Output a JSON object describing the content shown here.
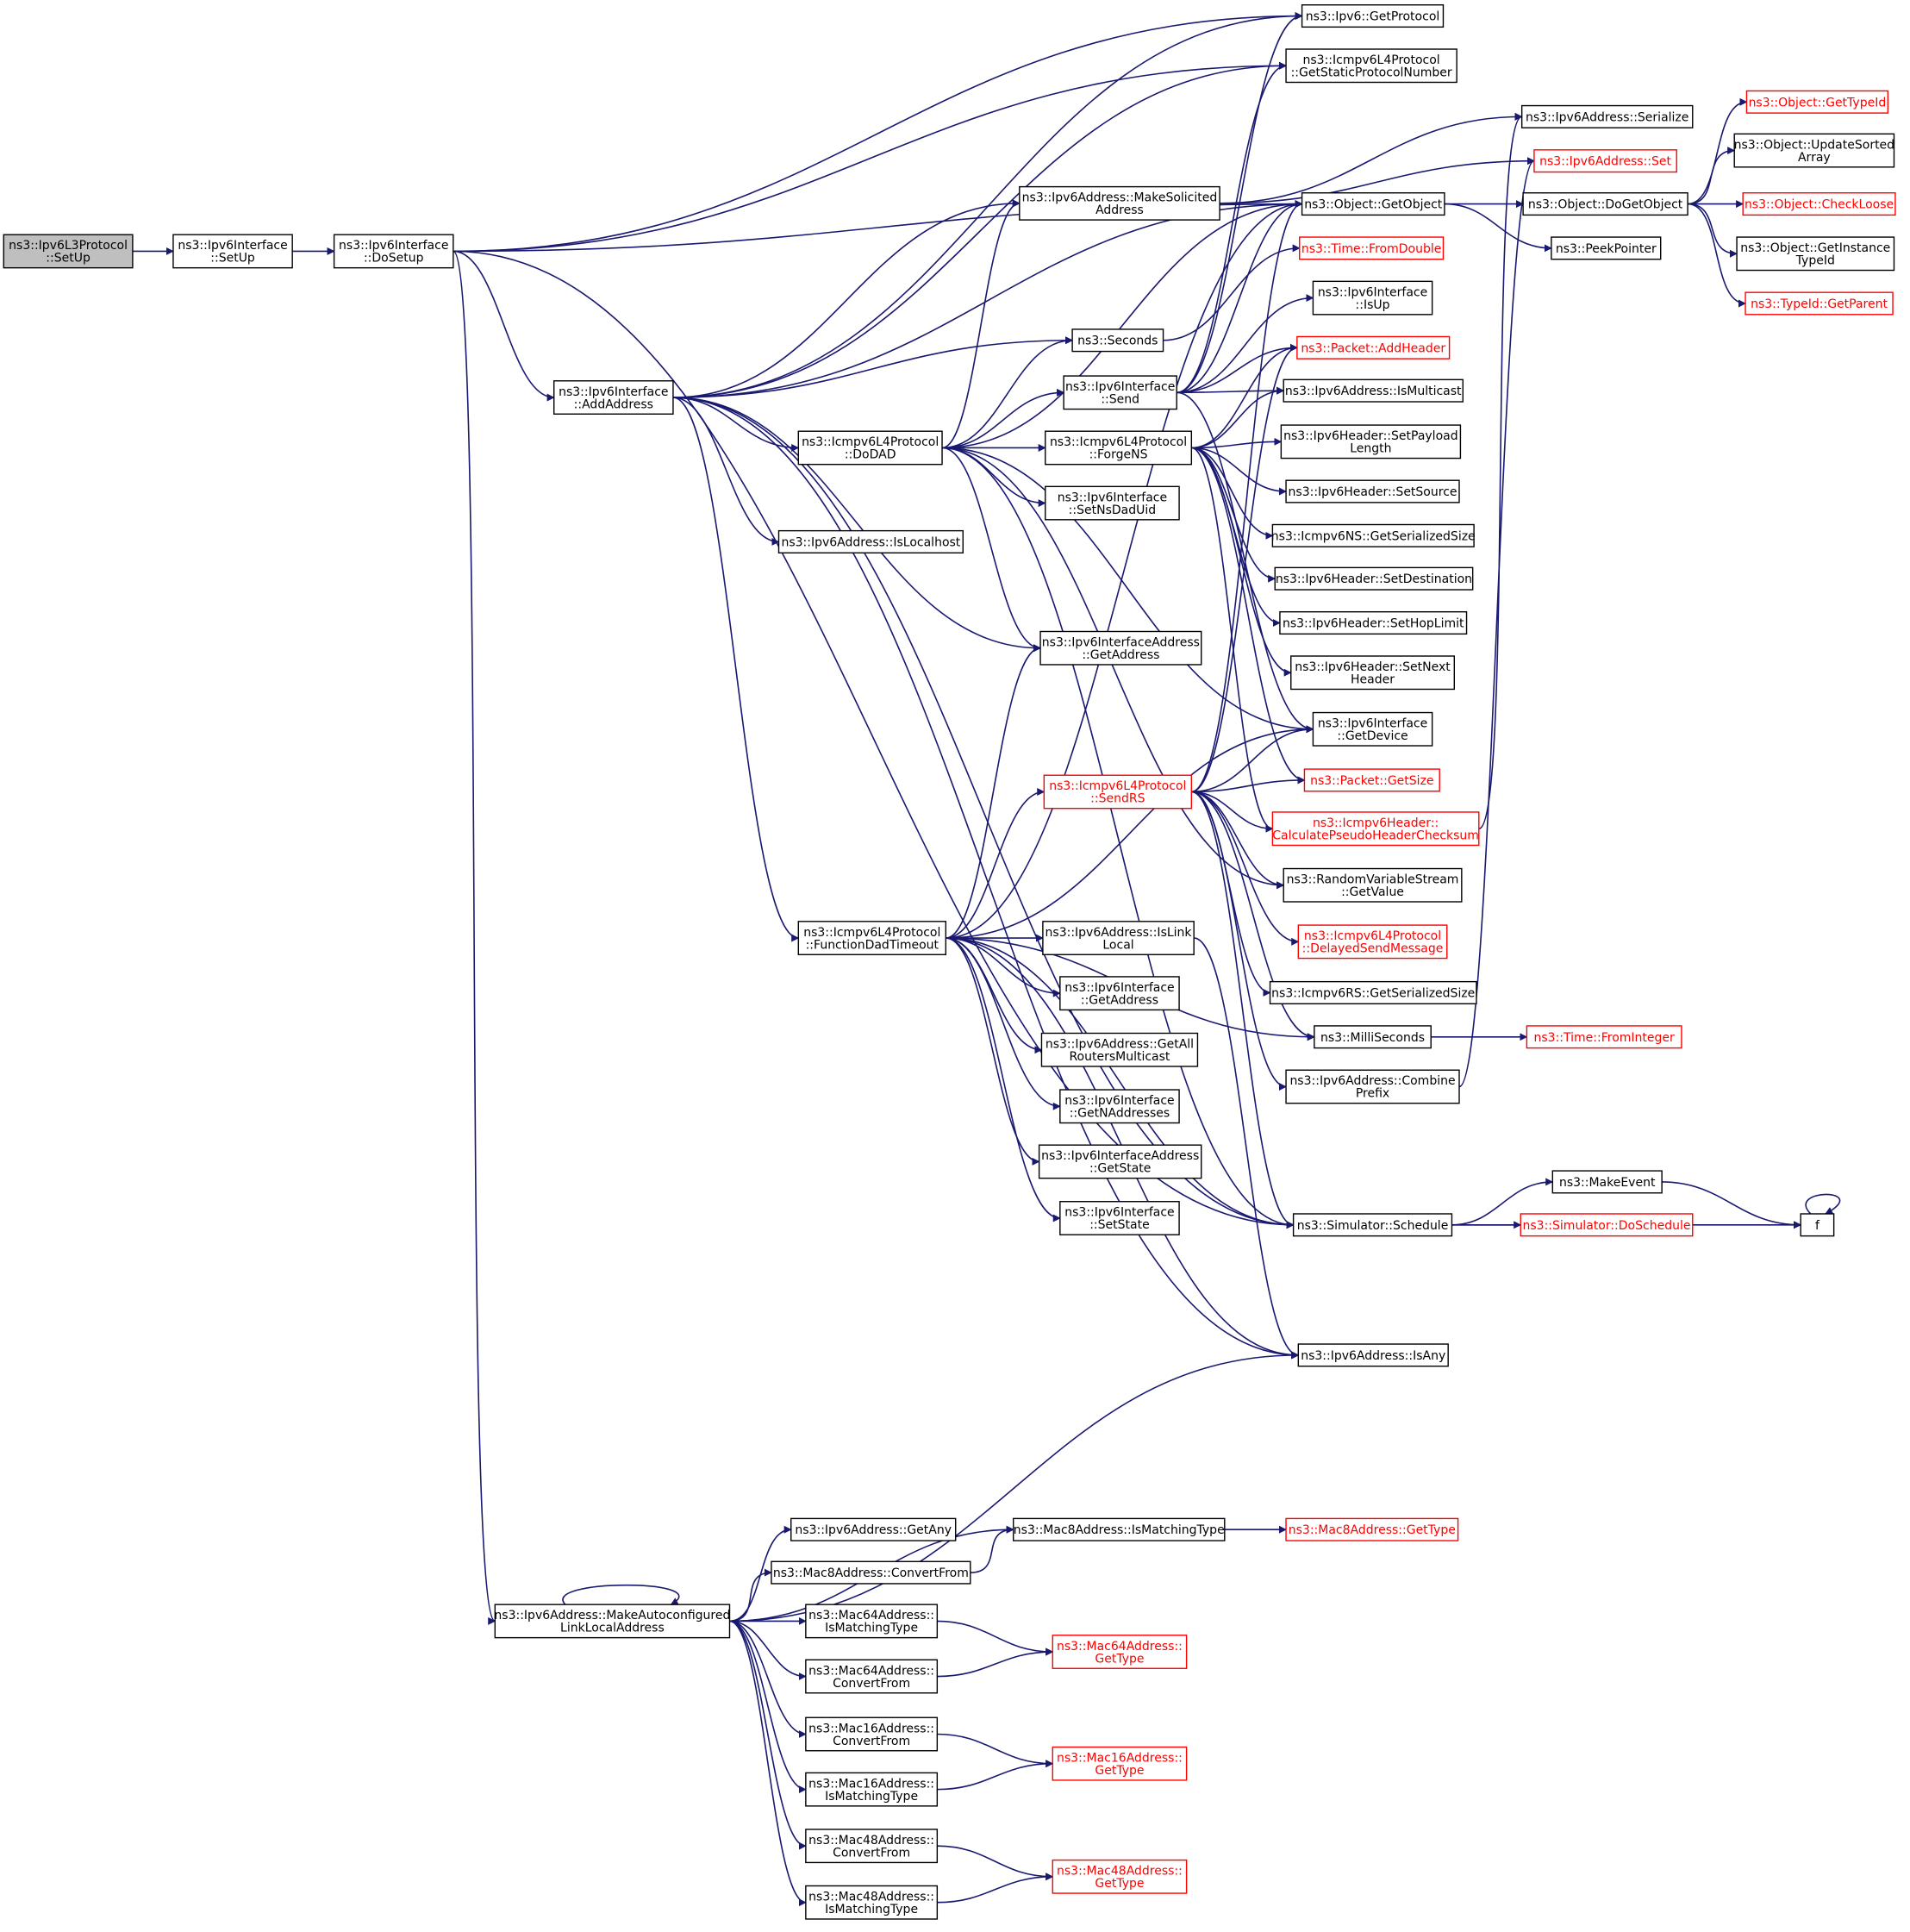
{
  "nodes": [
    {
      "id": "setup_l3",
      "lines": [
        "ns3::Ipv6L3Protocol",
        "::SetUp"
      ],
      "style": "root"
    },
    {
      "id": "if_setup",
      "lines": [
        "ns3::Ipv6Interface",
        "::SetUp"
      ],
      "style": "normal"
    },
    {
      "id": "if_dosetup",
      "lines": [
        "ns3::Ipv6Interface",
        "::DoSetup"
      ],
      "style": "normal"
    },
    {
      "id": "ipv6_getproto",
      "lines": [
        "ns3::Ipv6::GetProtocol"
      ],
      "style": "normal"
    },
    {
      "id": "icmp_staticproto",
      "lines": [
        "ns3::Icmpv6L4Protocol",
        "::GetStaticProtocolNumber"
      ],
      "style": "normal"
    },
    {
      "id": "addr_serialize",
      "lines": [
        "ns3::Ipv6Address::Serialize"
      ],
      "style": "normal"
    },
    {
      "id": "obj_gettypeid",
      "lines": [
        "ns3::Object::GetTypeId"
      ],
      "style": "red"
    },
    {
      "id": "obj_updatesorted",
      "lines": [
        "ns3::Object::UpdateSorted",
        "Array"
      ],
      "style": "normal"
    },
    {
      "id": "addr_set",
      "lines": [
        "ns3::Ipv6Address::Set"
      ],
      "style": "red"
    },
    {
      "id": "addr_makesolicited",
      "lines": [
        "ns3::Ipv6Address::MakeSolicited",
        "Address"
      ],
      "style": "normal"
    },
    {
      "id": "obj_getobject",
      "lines": [
        "ns3::Object::GetObject"
      ],
      "style": "normal"
    },
    {
      "id": "obj_dogetobject",
      "lines": [
        "ns3::Object::DoGetObject"
      ],
      "style": "normal"
    },
    {
      "id": "obj_checkloose",
      "lines": [
        "ns3::Object::CheckLoose"
      ],
      "style": "red"
    },
    {
      "id": "obj_getinstance",
      "lines": [
        "ns3::Object::GetInstance",
        "TypeId"
      ],
      "style": "normal"
    },
    {
      "id": "peekpointer",
      "lines": [
        "ns3::PeekPointer"
      ],
      "style": "normal"
    },
    {
      "id": "time_fromdouble",
      "lines": [
        "ns3::Time::FromDouble"
      ],
      "style": "red"
    },
    {
      "id": "typeid_getparent",
      "lines": [
        "ns3::TypeId::GetParent"
      ],
      "style": "red"
    },
    {
      "id": "if_isup",
      "lines": [
        "ns3::Ipv6Interface",
        "::IsUp"
      ],
      "style": "normal"
    },
    {
      "id": "seconds",
      "lines": [
        "ns3::Seconds"
      ],
      "style": "normal"
    },
    {
      "id": "pkt_addheader",
      "lines": [
        "ns3::Packet::AddHeader"
      ],
      "style": "red"
    },
    {
      "id": "if_addaddress",
      "lines": [
        "ns3::Ipv6Interface",
        "::AddAddress"
      ],
      "style": "normal"
    },
    {
      "id": "if_send",
      "lines": [
        "ns3::Ipv6Interface",
        "::Send"
      ],
      "style": "normal"
    },
    {
      "id": "addr_ismulticast",
      "lines": [
        "ns3::Ipv6Address::IsMulticast"
      ],
      "style": "normal"
    },
    {
      "id": "icmp_dodad",
      "lines": [
        "ns3::Icmpv6L4Protocol",
        "::DoDAD"
      ],
      "style": "normal"
    },
    {
      "id": "icmp_forgens",
      "lines": [
        "ns3::Icmpv6L4Protocol",
        "::ForgeNS"
      ],
      "style": "normal"
    },
    {
      "id": "hdr_setpayload",
      "lines": [
        "ns3::Ipv6Header::SetPayload",
        "Length"
      ],
      "style": "normal"
    },
    {
      "id": "hdr_setsource",
      "lines": [
        "ns3::Ipv6Header::SetSource"
      ],
      "style": "normal"
    },
    {
      "id": "if_setnsdaduid",
      "lines": [
        "ns3::Ipv6Interface",
        "::SetNsDadUid"
      ],
      "style": "normal"
    },
    {
      "id": "ns_serialsize",
      "lines": [
        "ns3::Icmpv6NS::GetSerializedSize"
      ],
      "style": "normal"
    },
    {
      "id": "addr_islocalhost",
      "lines": [
        "ns3::Ipv6Address::IsLocalhost"
      ],
      "style": "normal"
    },
    {
      "id": "hdr_setdest",
      "lines": [
        "ns3::Ipv6Header::SetDestination"
      ],
      "style": "normal"
    },
    {
      "id": "hdr_sethoplimit",
      "lines": [
        "ns3::Ipv6Header::SetHopLimit"
      ],
      "style": "normal"
    },
    {
      "id": "ifaddr_getaddress",
      "lines": [
        "ns3::Ipv6InterfaceAddress",
        "::GetAddress"
      ],
      "style": "normal"
    },
    {
      "id": "hdr_setnext",
      "lines": [
        "ns3::Ipv6Header::SetNext",
        "Header"
      ],
      "style": "normal"
    },
    {
      "id": "if_getdevice",
      "lines": [
        "ns3::Ipv6Interface",
        "::GetDevice"
      ],
      "style": "normal"
    },
    {
      "id": "icmp_sendrs",
      "lines": [
        "ns3::Icmpv6L4Protocol",
        "::SendRS"
      ],
      "style": "red"
    },
    {
      "id": "pkt_getsize",
      "lines": [
        "ns3::Packet::GetSize"
      ],
      "style": "red"
    },
    {
      "id": "icmphdr_checksum",
      "lines": [
        "ns3::Icmpv6Header::",
        "CalculatePseudoHeaderChecksum"
      ],
      "style": "red"
    },
    {
      "id": "rvs_getvalue",
      "lines": [
        "ns3::RandomVariableStream",
        "::GetValue"
      ],
      "style": "normal"
    },
    {
      "id": "icmp_dadtimeout",
      "lines": [
        "ns3::Icmpv6L4Protocol",
        "::FunctionDadTimeout"
      ],
      "style": "normal"
    },
    {
      "id": "addr_islinklocal",
      "lines": [
        "ns3::Ipv6Address::IsLink",
        "Local"
      ],
      "style": "normal"
    },
    {
      "id": "icmp_delayedsend",
      "lines": [
        "ns3::Icmpv6L4Protocol",
        "::DelayedSendMessage"
      ],
      "style": "red"
    },
    {
      "id": "if_getaddress",
      "lines": [
        "ns3::Ipv6Interface",
        "::GetAddress"
      ],
      "style": "normal"
    },
    {
      "id": "rs_serialsize",
      "lines": [
        "ns3::Icmpv6RS::GetSerializedSize"
      ],
      "style": "normal"
    },
    {
      "id": "milliseconds",
      "lines": [
        "ns3::MilliSeconds"
      ],
      "style": "normal"
    },
    {
      "id": "time_frominteger",
      "lines": [
        "ns3::Time::FromInteger"
      ],
      "style": "red"
    },
    {
      "id": "addr_getallrouters",
      "lines": [
        "ns3::Ipv6Address::GetAll",
        "RoutersMulticast"
      ],
      "style": "normal"
    },
    {
      "id": "addr_combine",
      "lines": [
        "ns3::Ipv6Address::Combine",
        "Prefix"
      ],
      "style": "normal"
    },
    {
      "id": "if_getnaddr",
      "lines": [
        "ns3::Ipv6Interface",
        "::GetNAddresses"
      ],
      "style": "normal"
    },
    {
      "id": "ifaddr_getstate",
      "lines": [
        "ns3::Ipv6InterfaceAddress",
        "::GetState"
      ],
      "style": "normal"
    },
    {
      "id": "makeevent",
      "lines": [
        "ns3::MakeEvent"
      ],
      "style": "normal"
    },
    {
      "id": "if_setstate",
      "lines": [
        "ns3::Ipv6Interface",
        "::SetState"
      ],
      "style": "normal"
    },
    {
      "id": "sim_schedule",
      "lines": [
        "ns3::Simulator::Schedule"
      ],
      "style": "normal"
    },
    {
      "id": "sim_doschedule",
      "lines": [
        "ns3::Simulator::DoSchedule"
      ],
      "style": "red"
    },
    {
      "id": "f",
      "lines": [
        "f"
      ],
      "style": "normal"
    },
    {
      "id": "addr_isany",
      "lines": [
        "ns3::Ipv6Address::IsAny"
      ],
      "style": "normal"
    },
    {
      "id": "addr_getany",
      "lines": [
        "ns3::Ipv6Address::GetAny"
      ],
      "style": "normal"
    },
    {
      "id": "mac8_ismatching",
      "lines": [
        "ns3::Mac8Address::IsMatchingType"
      ],
      "style": "normal"
    },
    {
      "id": "mac8_gettype",
      "lines": [
        "ns3::Mac8Address::GetType"
      ],
      "style": "red"
    },
    {
      "id": "mac8_convert",
      "lines": [
        "ns3::Mac8Address::ConvertFrom"
      ],
      "style": "normal"
    },
    {
      "id": "addr_makeautolinklocal",
      "lines": [
        "ns3::Ipv6Address::MakeAutoconfigured",
        "LinkLocalAddress"
      ],
      "style": "normal"
    },
    {
      "id": "mac64_ismatching",
      "lines": [
        "ns3::Mac64Address::",
        "IsMatchingType"
      ],
      "style": "normal"
    },
    {
      "id": "mac64_gettype",
      "lines": [
        "ns3::Mac64Address::",
        "GetType"
      ],
      "style": "red"
    },
    {
      "id": "mac64_convert",
      "lines": [
        "ns3::Mac64Address::",
        "ConvertFrom"
      ],
      "style": "normal"
    },
    {
      "id": "mac16_convert",
      "lines": [
        "ns3::Mac16Address::",
        "ConvertFrom"
      ],
      "style": "normal"
    },
    {
      "id": "mac16_gettype",
      "lines": [
        "ns3::Mac16Address::",
        "GetType"
      ],
      "style": "red"
    },
    {
      "id": "mac16_ismatching",
      "lines": [
        "ns3::Mac16Address::",
        "IsMatchingType"
      ],
      "style": "normal"
    },
    {
      "id": "mac48_convert",
      "lines": [
        "ns3::Mac48Address::",
        "ConvertFrom"
      ],
      "style": "normal"
    },
    {
      "id": "mac48_gettype",
      "lines": [
        "ns3::Mac48Address::",
        "GetType"
      ],
      "style": "red"
    },
    {
      "id": "mac48_ismatching",
      "lines": [
        "ns3::Mac48Address::",
        "IsMatchingType"
      ],
      "style": "normal"
    }
  ],
  "edges": [
    [
      "setup_l3",
      "if_setup"
    ],
    [
      "if_setup",
      "if_dosetup"
    ],
    [
      "if_dosetup",
      "ipv6_getproto"
    ],
    [
      "if_dosetup",
      "icmp_staticproto"
    ],
    [
      "if_dosetup",
      "obj_getobject"
    ],
    [
      "if_dosetup",
      "if_addaddress"
    ],
    [
      "if_dosetup",
      "sim_schedule"
    ],
    [
      "if_dosetup",
      "addr_makeautolinklocal"
    ],
    [
      "if_addaddress",
      "ipv6_getproto"
    ],
    [
      "if_addaddress",
      "icmp_staticproto"
    ],
    [
      "if_addaddress",
      "addr_makesolicited"
    ],
    [
      "if_addaddress",
      "obj_getobject"
    ],
    [
      "if_addaddress",
      "seconds"
    ],
    [
      "if_addaddress",
      "icmp_dodad"
    ],
    [
      "if_addaddress",
      "addr_islocalhost"
    ],
    [
      "if_addaddress",
      "ifaddr_getaddress"
    ],
    [
      "if_addaddress",
      "icmp_dadtimeout"
    ],
    [
      "if_addaddress",
      "sim_schedule"
    ],
    [
      "if_addaddress",
      "addr_isany"
    ],
    [
      "icmp_dodad",
      "addr_makesolicited"
    ],
    [
      "icmp_dodad",
      "obj_getobject"
    ],
    [
      "icmp_dodad",
      "seconds"
    ],
    [
      "icmp_dodad",
      "if_send"
    ],
    [
      "icmp_dodad",
      "icmp_forgens"
    ],
    [
      "icmp_dodad",
      "if_setnsdaduid"
    ],
    [
      "icmp_dodad",
      "ifaddr_getaddress"
    ],
    [
      "icmp_dodad",
      "if_getdevice"
    ],
    [
      "icmp_dodad",
      "rvs_getvalue"
    ],
    [
      "icmp_dodad",
      "sim_schedule"
    ],
    [
      "addr_makesolicited",
      "addr_serialize"
    ],
    [
      "addr_makesolicited",
      "addr_set"
    ],
    [
      "obj_getobject",
      "obj_dogetobject"
    ],
    [
      "obj_getobject",
      "peekpointer"
    ],
    [
      "obj_dogetobject",
      "obj_gettypeid"
    ],
    [
      "obj_dogetobject",
      "obj_updatesorted"
    ],
    [
      "obj_dogetobject",
      "obj_checkloose"
    ],
    [
      "obj_dogetobject",
      "obj_getinstance"
    ],
    [
      "obj_dogetobject",
      "typeid_getparent"
    ],
    [
      "seconds",
      "time_fromdouble"
    ],
    [
      "if_send",
      "ipv6_getproto"
    ],
    [
      "if_send",
      "icmp_staticproto"
    ],
    [
      "if_send",
      "obj_getobject"
    ],
    [
      "if_send",
      "if_isup"
    ],
    [
      "if_send",
      "pkt_addheader"
    ],
    [
      "if_send",
      "addr_ismulticast"
    ],
    [
      "if_send",
      "if_getdevice"
    ],
    [
      "icmp_forgens",
      "pkt_addheader"
    ],
    [
      "icmp_forgens",
      "addr_ismulticast"
    ],
    [
      "icmp_forgens",
      "hdr_setpayload"
    ],
    [
      "icmp_forgens",
      "hdr_setsource"
    ],
    [
      "icmp_forgens",
      "ns_serialsize"
    ],
    [
      "icmp_forgens",
      "hdr_setdest"
    ],
    [
      "icmp_forgens",
      "hdr_sethoplimit"
    ],
    [
      "icmp_forgens",
      "hdr_setnext"
    ],
    [
      "icmp_forgens",
      "pkt_getsize"
    ],
    [
      "icmp_forgens",
      "icmphdr_checksum"
    ],
    [
      "icmp_dadtimeout",
      "obj_getobject"
    ],
    [
      "icmp_dadtimeout",
      "ifaddr_getaddress"
    ],
    [
      "icmp_dadtimeout",
      "if_getdevice"
    ],
    [
      "icmp_dadtimeout",
      "icmp_sendrs"
    ],
    [
      "icmp_dadtimeout",
      "addr_islinklocal"
    ],
    [
      "icmp_dadtimeout",
      "if_getaddress"
    ],
    [
      "icmp_dadtimeout",
      "addr_getallrouters"
    ],
    [
      "icmp_dadtimeout",
      "if_getnaddr"
    ],
    [
      "icmp_dadtimeout",
      "ifaddr_getstate"
    ],
    [
      "icmp_dadtimeout",
      "if_setstate"
    ],
    [
      "icmp_dadtimeout",
      "sim_schedule"
    ],
    [
      "icmp_dadtimeout",
      "addr_isany"
    ],
    [
      "icmp_dadtimeout",
      "milliseconds"
    ],
    [
      "icmp_sendrs",
      "obj_getobject"
    ],
    [
      "icmp_sendrs",
      "pkt_addheader"
    ],
    [
      "icmp_sendrs",
      "if_getdevice"
    ],
    [
      "icmp_sendrs",
      "pkt_getsize"
    ],
    [
      "icmp_sendrs",
      "icmphdr_checksum"
    ],
    [
      "icmp_sendrs",
      "rvs_getvalue"
    ],
    [
      "icmp_sendrs",
      "icmp_delayedsend"
    ],
    [
      "icmp_sendrs",
      "rs_serialsize"
    ],
    [
      "icmp_sendrs",
      "milliseconds"
    ],
    [
      "icmp_sendrs",
      "addr_combine"
    ],
    [
      "icmp_sendrs",
      "sim_schedule"
    ],
    [
      "icmphdr_checksum",
      "addr_serialize"
    ],
    [
      "addr_combine",
      "addr_set"
    ],
    [
      "addr_islinklocal",
      "addr_isany"
    ],
    [
      "milliseconds",
      "time_frominteger"
    ],
    [
      "sim_schedule",
      "makeevent"
    ],
    [
      "sim_schedule",
      "sim_doschedule"
    ],
    [
      "sim_schedule",
      "f"
    ],
    [
      "makeevent",
      "f"
    ],
    [
      "f",
      "f"
    ],
    [
      "addr_makeautolinklocal",
      "addr_isany"
    ],
    [
      "addr_makeautolinklocal",
      "addr_getany"
    ],
    [
      "addr_makeautolinklocal",
      "mac8_ismatching"
    ],
    [
      "addr_makeautolinklocal",
      "mac8_convert"
    ],
    [
      "addr_makeautolinklocal",
      "addr_makeautolinklocal"
    ],
    [
      "addr_makeautolinklocal",
      "mac64_ismatching"
    ],
    [
      "addr_makeautolinklocal",
      "mac64_convert"
    ],
    [
      "addr_makeautolinklocal",
      "mac16_convert"
    ],
    [
      "addr_makeautolinklocal",
      "mac16_ismatching"
    ],
    [
      "addr_makeautolinklocal",
      "mac48_convert"
    ],
    [
      "addr_makeautolinklocal",
      "mac48_ismatching"
    ],
    [
      "mac8_ismatching",
      "mac8_gettype"
    ],
    [
      "mac8_convert",
      "mac8_ismatching"
    ],
    [
      "mac64_ismatching",
      "mac64_gettype"
    ],
    [
      "mac64_convert",
      "mac64_gettype"
    ],
    [
      "mac16_convert",
      "mac16_gettype"
    ],
    [
      "mac16_ismatching",
      "mac16_gettype"
    ],
    [
      "mac48_convert",
      "mac48_gettype"
    ],
    [
      "mac48_ismatching",
      "mac48_gettype"
    ]
  ],
  "colors": {
    "edge": "#191970",
    "node_border": "#000000",
    "node_border_red": "#ff0000",
    "root_fill": "#bfbfbf"
  }
}
